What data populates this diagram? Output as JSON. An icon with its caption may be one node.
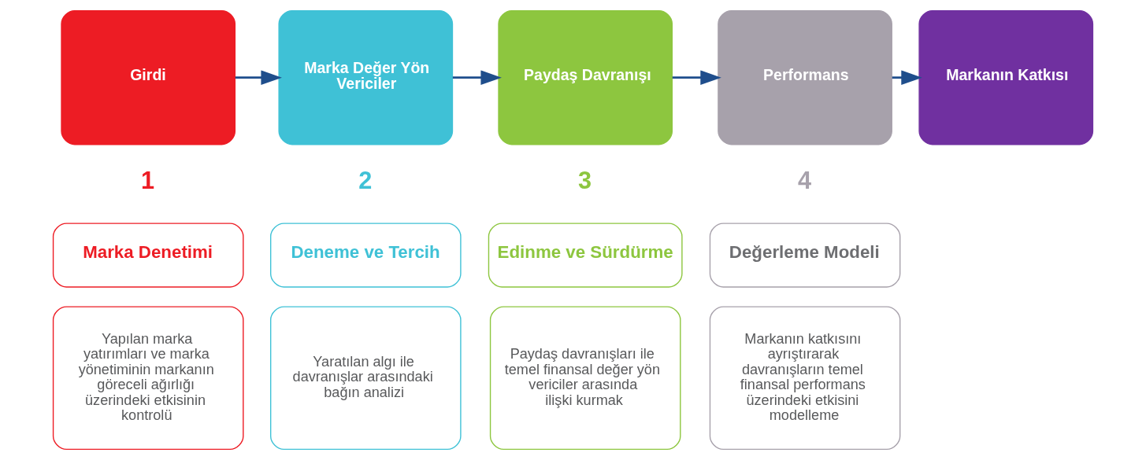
{
  "diagram": {
    "nodes": [
      {
        "text": [
          "Girdi"
        ]
      },
      {
        "text": [
          "Marka Değer Yön Vericiler"
        ]
      },
      {
        "text": [
          "Paydaş Davranışı"
        ]
      },
      {
        "text": [
          "Performans"
        ]
      },
      {
        "text": [
          "Markanın Katkısı"
        ]
      },
      {
        "text": [
          "Marka Denetimi"
        ]
      },
      {
        "text": [
          "Yapılan marka yatırımları ve marka yönetiminin markanın göreceli ağırlığı üzerindeki etkisinin kontrolü"
        ]
      },
      {
        "text": [
          "Deneme ve Tercih"
        ]
      },
      {
        "text": [
          "Yaratılan algı ile davranışlar arasındaki bağın analizi"
        ]
      },
      {
        "text": [
          "Edinme ve Sürdürme"
        ]
      },
      {
        "text": [
          "Paydaş davranışları ile temel finansal değer yön vericiler arasında ilişki kurmak"
        ]
      },
      {
        "text": [
          "Değerleme Modeli"
        ]
      },
      {
        "text": [
          "Markanın katkısını ayrıştırarak davranışların temel finansal performans üzerindeki etkisini modelleme"
        ]
      }
    ],
    "edges": [
      {
        "from": 0,
        "to": 1,
        "arrow": "to"
      },
      {
        "from": 1,
        "to": 2,
        "arrow": "to"
      },
      {
        "from": 2,
        "to": 3,
        "arrow": "to"
      },
      {
        "from": 3,
        "to": 4,
        "arrow": "to"
      }
    ],
    "labels": [
      "1",
      "2",
      "3",
      "4"
    ]
  }
}
